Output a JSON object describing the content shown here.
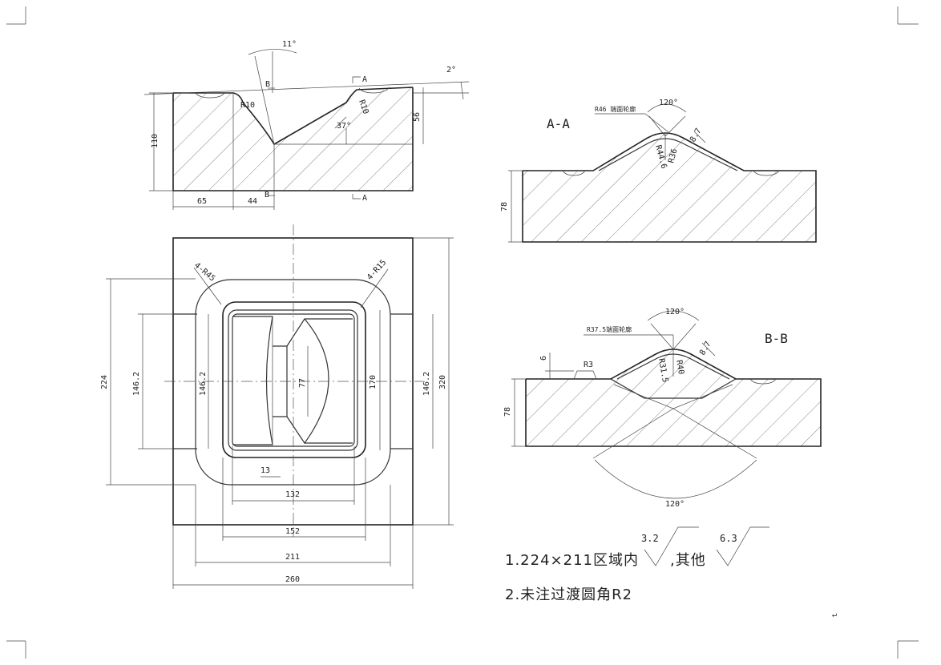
{
  "top_view": {
    "angle_top": "11°",
    "angle_right": "2°",
    "section_mark_b": "B",
    "section_mark_a": "A",
    "r_left": "R10",
    "r_right": "R10",
    "angle_mid": "37°",
    "dim_height": "110",
    "dim_depth": "56",
    "dim_left": "65",
    "dim_mid": "44"
  },
  "plan_view": {
    "corner_outer": "4-R45",
    "corner_inner": "4-R15",
    "dim_224": "224",
    "dim_146_left": "146.2",
    "dim_146_inner": "146.2",
    "dim_77": "77",
    "dim_170": "170",
    "dim_146_right": "146.2",
    "dim_320": "320",
    "dim_13": "13",
    "dim_132": "132",
    "dim_152": "152",
    "dim_211": "211",
    "dim_260": "260"
  },
  "section_aa": {
    "title": "A-A",
    "note_r46": "R46 端面轮廓",
    "angle": "120°",
    "dim_87": "8.7",
    "r446": "R44.6",
    "r36": "R36",
    "dim_78": "78"
  },
  "section_bb": {
    "title": "B-B",
    "note_r375": "R37.5端面轮廓",
    "angle_top": "120°",
    "dim_87": "8.7",
    "r40": "R40",
    "r315": "R31.5",
    "r3": "R3",
    "dim_6": "6",
    "dim_78": "78",
    "angle_bottom": "120°"
  },
  "notes": {
    "line1_prefix": "1.224×211区域内",
    "roughness_1": "3.2",
    "line1_suffix": ",其他",
    "roughness_2": "6.3",
    "line2": "2.未注过渡圆角R2"
  },
  "misc": {
    "return_mark": "↵"
  }
}
